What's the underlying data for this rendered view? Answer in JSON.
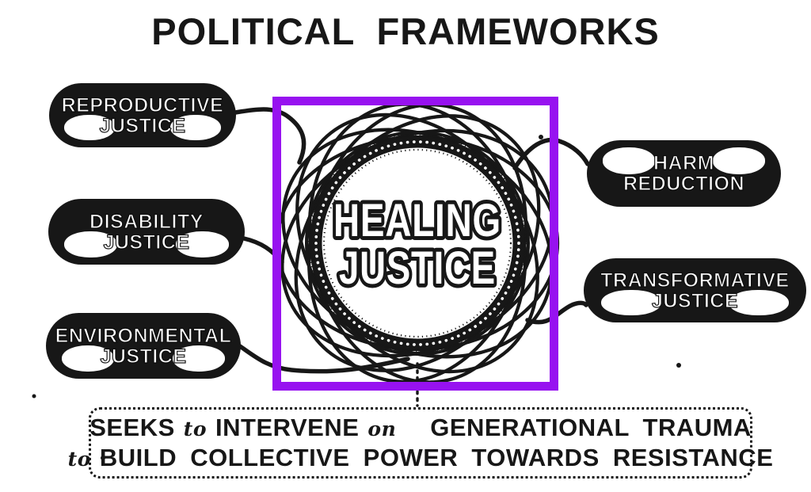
{
  "title": "POLITICAL FRAMEWORKS",
  "colors": {
    "highlight": "#9712F0",
    "ink": "#171717",
    "paper": "#ffffff"
  },
  "center_node": {
    "line1": "HEALING",
    "line2": "JUSTICE"
  },
  "left_nodes": [
    {
      "line1": "REPRODUCTIVE",
      "line2": "JUSTICE"
    },
    {
      "line1": "DISABILITY",
      "line2": "JUSTICE"
    },
    {
      "line1": "ENVIRONMENTAL",
      "line2": "JUSTICE"
    }
  ],
  "right_nodes": [
    {
      "line1": "HARM",
      "line2": "REDUCTION"
    },
    {
      "line1": "TRANSFORMATIVE",
      "line2": "JUSTICE"
    }
  ],
  "caption": {
    "line1": [
      {
        "text": "SEEKS",
        "style": "caps"
      },
      {
        "text": "to",
        "style": "script"
      },
      {
        "text": "INTERVENE",
        "style": "caps"
      },
      {
        "text": "on",
        "style": "script"
      },
      {
        "text": "GENERATIONAL TRAUMA",
        "style": "caps gap"
      }
    ],
    "line2": [
      {
        "text": "to",
        "style": "script"
      },
      {
        "text": "BUILD COLLECTIVE POWER TOWARDS RESISTANCE",
        "style": "caps"
      }
    ]
  }
}
